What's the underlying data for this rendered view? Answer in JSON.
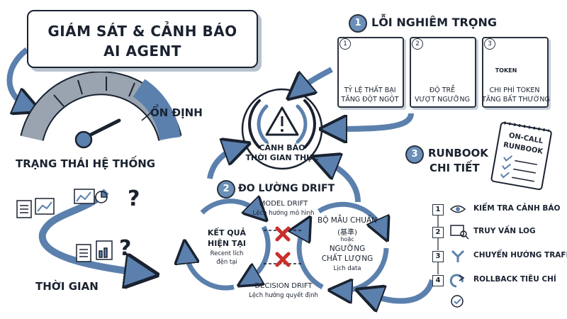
{
  "title": {
    "line1": "GIÁM SÁT & CẢNH BÁO",
    "line2": "AI AGENT"
  },
  "system": {
    "status": "ỔN ĐỊNH",
    "label": "TRẠNG THÁI HỆ THỐNG"
  },
  "time": {
    "label": "THỜI GIAN"
  },
  "alerts": {
    "line1": "CẢNH BÁO",
    "line2": "THỜI GIAN THỰC"
  },
  "serious": {
    "number": "1",
    "title": "LỖI NGHIÊM TRỌNG",
    "panels": [
      {
        "number": "1",
        "line1": "TỶ LỆ THẤT BẠI",
        "line2": "TĂNG ĐỘT NGỘT"
      },
      {
        "number": "2",
        "line1": "ĐỘ TRỄ",
        "line2": "VƯỢT NGƯỠNG"
      },
      {
        "number": "3",
        "line1": "CHI PHÍ TOKEN",
        "line2": "TĂNG BẤT THƯỜNG",
        "bag_label": "TOKEN"
      }
    ]
  },
  "drift": {
    "number": "2",
    "title": "ĐO LƯỜNG DRIFT",
    "model_drift": "MODEL DRIFT",
    "model_drift_sub": "Lệch hướng mô hình",
    "decision_drift": "DECISION DRIFT",
    "decision_drift_sub": "Lệch hướng quyết định",
    "current_line1": "KẾT QUẢ",
    "current_line2": "HIỆN TẠI",
    "current_sub1": "Recent lích",
    "current_sub2": "đện tại",
    "baseline_line1": "BỘ MẪU CHUẨN",
    "baseline_line2": "(基準)",
    "baseline_or": "hoặc",
    "baseline_line3": "NGƯỠNG",
    "baseline_line4": "CHẤT LƯỢNG",
    "baseline_sub": "Lịch data"
  },
  "runbook": {
    "number": "3",
    "title1": "RUNBOOK",
    "title2": "CHI TIẾT",
    "notebook_line1": "ON-CALL",
    "notebook_line2": "RUNBOOK",
    "steps": [
      {
        "number": "1",
        "label": "KIỂM TRA CẢNH BÁO"
      },
      {
        "number": "2",
        "label": "TRUY VẤN LOG"
      },
      {
        "number": "3",
        "label": "CHUYỂN HƯỚNG TRAFFIC"
      },
      {
        "number": "4",
        "label": "ROLLBACK TIÊU CHÍ"
      }
    ]
  },
  "question_mark": "?",
  "colors": {
    "blue": "#5b80ad",
    "dark": "#1a2230",
    "red": "#c9302c",
    "gauge_gray": "#9aa4b0"
  }
}
